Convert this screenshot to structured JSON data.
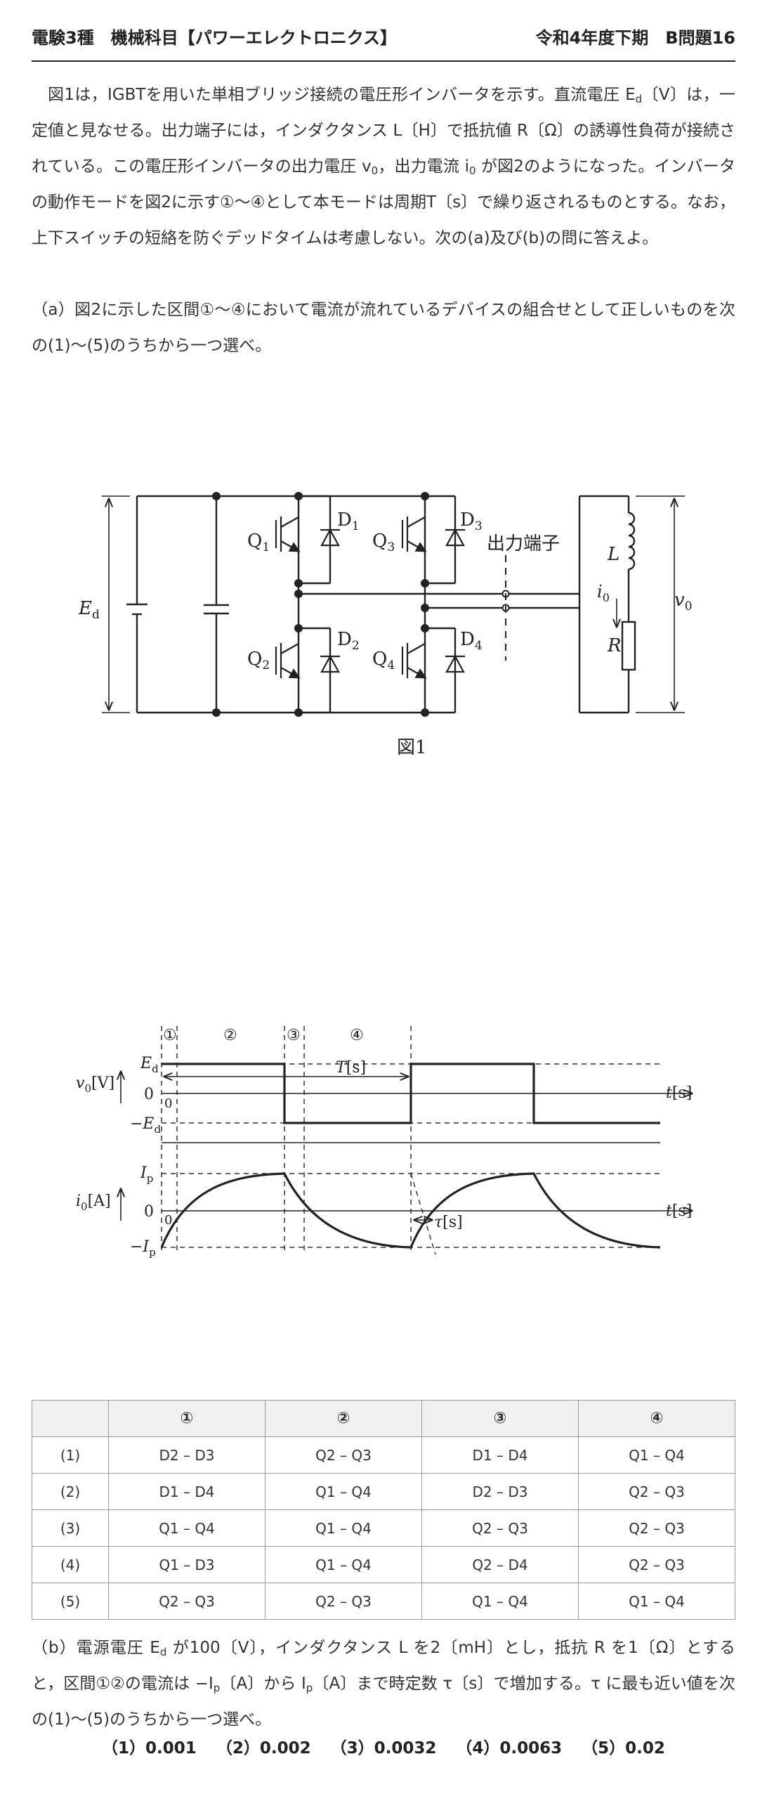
{
  "header": {
    "left": "電験3種　機械科目【パワーエレクトロニクス】",
    "right": "令和4年度下期　B問題16"
  },
  "intro": {
    "t1": "図1は，IGBTを用いた単相ブリッジ接続の電圧形インバータを示す。直流電圧 E",
    "t1_sub": "d",
    "t2": "〔V〕は，一定値と見なせる。出力端子には，インダクタンス L〔H〕で抵抗値 R〔Ω〕の誘導性負荷が接続されている。この電圧形インバータの出力電圧 v",
    "t2_sub": "0",
    "t3": "，出力電流 i",
    "t3_sub": "0",
    "t4": " が図2のようになった。インバータの動作モードを図2に示す①〜④として本モードは周期T〔s〕で繰り返されるものとする。なお，上下スイッチの短絡を防ぐデッドタイムは考慮しない。次の(a)及び(b)の問に答えよ。"
  },
  "question_a": "（a）図2に示した区間①〜④において電流が流れているデバイスの組合せとして正しいものを次の(1)〜(5)のうちから一つ選べ。",
  "figure1": {
    "caption": "図1",
    "labels": {
      "ed": "E",
      "ed_sub": "d",
      "q1": "Q",
      "q1_sub": "1",
      "q2": "Q",
      "q2_sub": "2",
      "q3": "Q",
      "q3_sub": "3",
      "q4": "Q",
      "q4_sub": "4",
      "d1": "D",
      "d1_sub": "1",
      "d2": "D",
      "d2_sub": "2",
      "d3": "D",
      "d3_sub": "3",
      "d4": "D",
      "d4_sub": "4",
      "terminal": "出力端子",
      "l": "L",
      "r": "R",
      "i0": "i",
      "i0_sub": "0",
      "v0": "v",
      "v0_sub": "0"
    }
  },
  "figure2": {
    "modes": [
      "①",
      "②",
      "③",
      "④"
    ],
    "v_axis": "v",
    "v_axis_sub": "0",
    "v_axis_unit": "[V]",
    "i_axis": "i",
    "i_axis_sub": "0",
    "i_axis_unit": "[A]",
    "ed": "E",
    "ed_sub": "d",
    "neg_ed": "−E",
    "neg_ed_sub": "d",
    "ip": "I",
    "ip_sub": "p",
    "neg_ip": "−I",
    "neg_ip_sub": "p",
    "zero": "0",
    "t_axis": "t",
    "t_unit": "[s]",
    "period": "T",
    "period_unit": "[s]",
    "tau": "τ",
    "tau_unit": "[s]"
  },
  "table": {
    "headers": [
      "",
      "①",
      "②",
      "③",
      "④"
    ],
    "rows": [
      [
        "(1)",
        "D2 – D3",
        "Q2 – Q3",
        "D1 – D4",
        "Q1 – Q4"
      ],
      [
        "(2)",
        "D1 – D4",
        "Q1 – Q4",
        "D2 – D3",
        "Q2 – Q3"
      ],
      [
        "(3)",
        "Q1 – Q4",
        "Q1 – Q4",
        "Q2 – Q3",
        "Q2 – Q3"
      ],
      [
        "(4)",
        "Q1 – D3",
        "Q1 – Q4",
        "Q2 – D4",
        "Q2 – Q3"
      ],
      [
        "(5)",
        "Q2 – Q3",
        "Q2 – Q3",
        "Q1 – Q4",
        "Q1 – Q4"
      ]
    ]
  },
  "question_b": {
    "t1": "（b）電源電圧 E",
    "t1_sub": "d",
    "t2": " が100〔V〕，インダクタンス L を2〔mH〕とし，抵抗 R を1〔Ω〕とすると，区間①②の電流は −I",
    "t2_sub": "p",
    "t3": "〔A〕から I",
    "t3_sub": "p",
    "t4": "〔A〕まで時定数 τ〔s〕で増加する。τ に最も近い値を次の(1)〜(5)のうちから一つ選べ。"
  },
  "choices": [
    "（1）0.001",
    "（2）0.002",
    "（3）0.0032",
    "（4）0.0063",
    "（5）0.02"
  ]
}
